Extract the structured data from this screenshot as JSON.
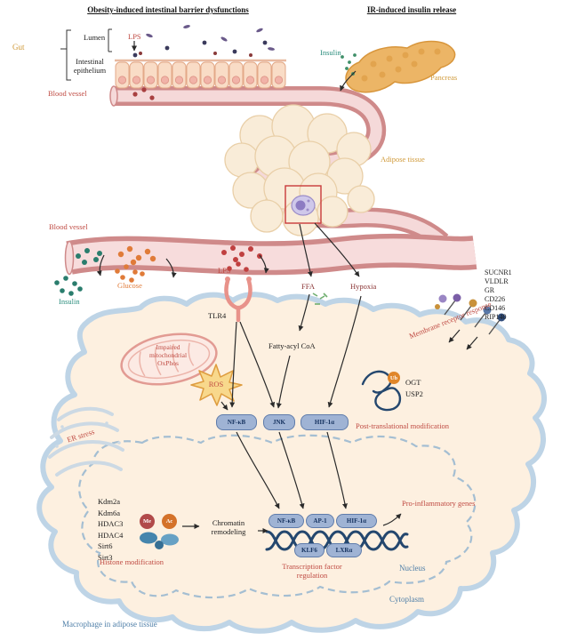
{
  "headers": {
    "left": "Obesity-induced intestinal barrier dysfunctions",
    "right": "IR-induced insulin release"
  },
  "gut_section": {
    "gut": "Gut",
    "lumen": "Lumen",
    "intestinal_epithelium": "Intestinal epithelium",
    "lps": "LPS",
    "blood_vessel": "Blood vessel"
  },
  "pancreas_section": {
    "insulin": "Insulin",
    "pancreas": "Pancreas"
  },
  "adipose_section": {
    "adipose_tissue": "Adipose tissue",
    "blood_vessel": "Blood vessel"
  },
  "vessel_section": {
    "insulin": "Insulin",
    "glucose": "Glucose",
    "lps": "LPS",
    "ffa": "FFA",
    "hypoxia": "Hypoxia"
  },
  "membrane_section": {
    "receptors": [
      "SUCNR1",
      "VLDLR",
      "GR",
      "CD226",
      "CD146",
      "RIP140"
    ],
    "response": "Membrane receptor response"
  },
  "cytoplasm_section": {
    "tlr4": "TLR4",
    "mitochondria": "Impaired mitochondrial OxPhos",
    "ros": "ROS",
    "er_stress": "ER stress",
    "fatty_acyl_coa": "Fatty-acyl CoA",
    "kinase_badges": [
      "NF-κB",
      "JNK",
      "HIF-1α"
    ],
    "ogt": "OGT",
    "usp2": "USP2",
    "ub": "Ub",
    "ptm": "Post-translational modification",
    "cytoplasm": "Cytoplasm"
  },
  "nucleus_section": {
    "histone_enzymes": [
      "Kdm2a",
      "Kdm6a",
      "HDAC3",
      "HDAC4",
      "Sirt6",
      "Sirt3"
    ],
    "me": "Me",
    "ac": "Ac",
    "chromatin_remodeling": "Chromatin remodeling",
    "tf_badges_top": [
      "NF-κB",
      "AP-1",
      "HIF-1α"
    ],
    "tf_badges_bottom": [
      "KLF6",
      "LXRα"
    ],
    "pro_inflammatory": "Pro-inflammatory genes",
    "histone_modification": "Histone modification",
    "tf_regulation": "Transcription factor regulation",
    "nucleus": "Nucleus"
  },
  "footer": {
    "caption": "Macrophage in adipose tissue"
  },
  "colors": {
    "red_label": "#bf4a42",
    "teal_label": "#2a8d7d",
    "orange_label": "#e07b39",
    "tan_label": "#d09a3a",
    "blue_label": "#4f7fa8",
    "vessel_wall": "#cf8a8a",
    "vessel_lumen": "#f5d9d9",
    "cell_fill": "#fdf0e0",
    "membrane": "#bed4e6",
    "badge_bg": "#9fb3d4",
    "badge_text": "#14315e"
  }
}
